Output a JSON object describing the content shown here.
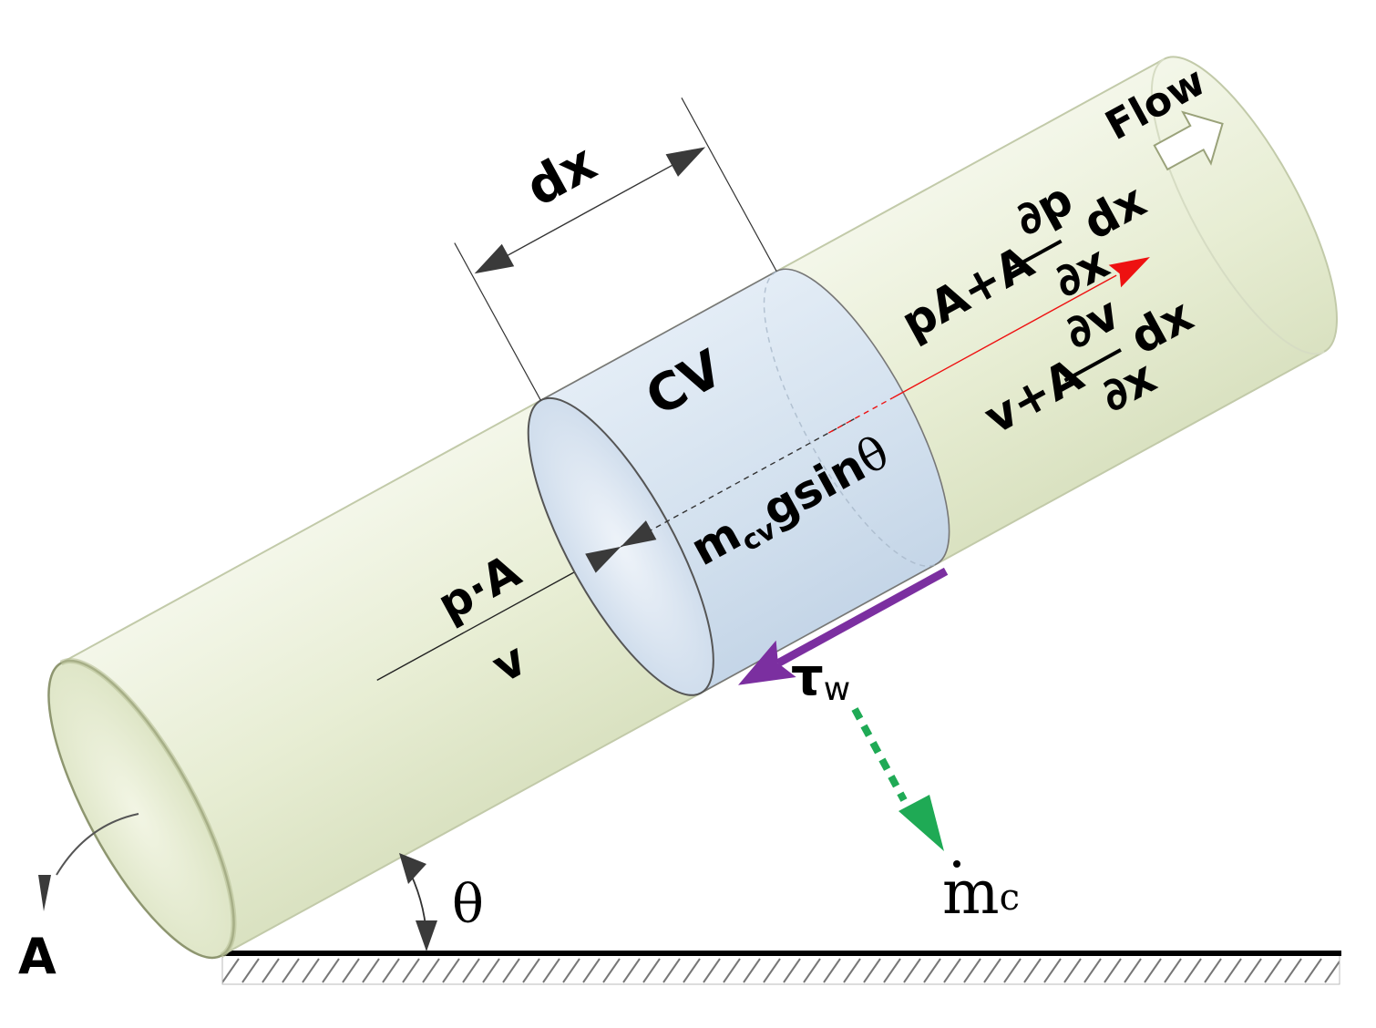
{
  "labels": {
    "flow": "Flow",
    "dx": "dx",
    "cv": "CV",
    "pa_out_prefix": "pA+A",
    "pa_out_num": "∂p",
    "pa_out_den": "∂x",
    "pa_out_suffix": "dx",
    "v_out_prefix": "v+A",
    "v_out_num": "∂v",
    "v_out_den": "∂x",
    "v_out_suffix": "dx",
    "gravity_main": "m",
    "gravity_sub": "cv",
    "gravity_rest": "gsin",
    "gravity_theta": "θ",
    "pa_in": "p·A",
    "v_in": "v",
    "tau_main": "τ",
    "tau_sub": "w",
    "mc_main": "m",
    "mc_sub": "c",
    "theta": "θ",
    "area": "A"
  },
  "colors": {
    "pipe_fill": "#e8eed6",
    "pipe_stroke": "#c9d1b3",
    "cv_fill": "#d3e1ef",
    "cv_stroke": "#666666",
    "velocity_arrow": "#ee1111",
    "shear_arrow": "#7b2fa0",
    "condensation_arrow": "#1faa55",
    "dark_arrow": "#3a3a3a",
    "flow_arrow_fill": "#ffffff",
    "flow_arrow_stroke": "#9aa27a"
  }
}
